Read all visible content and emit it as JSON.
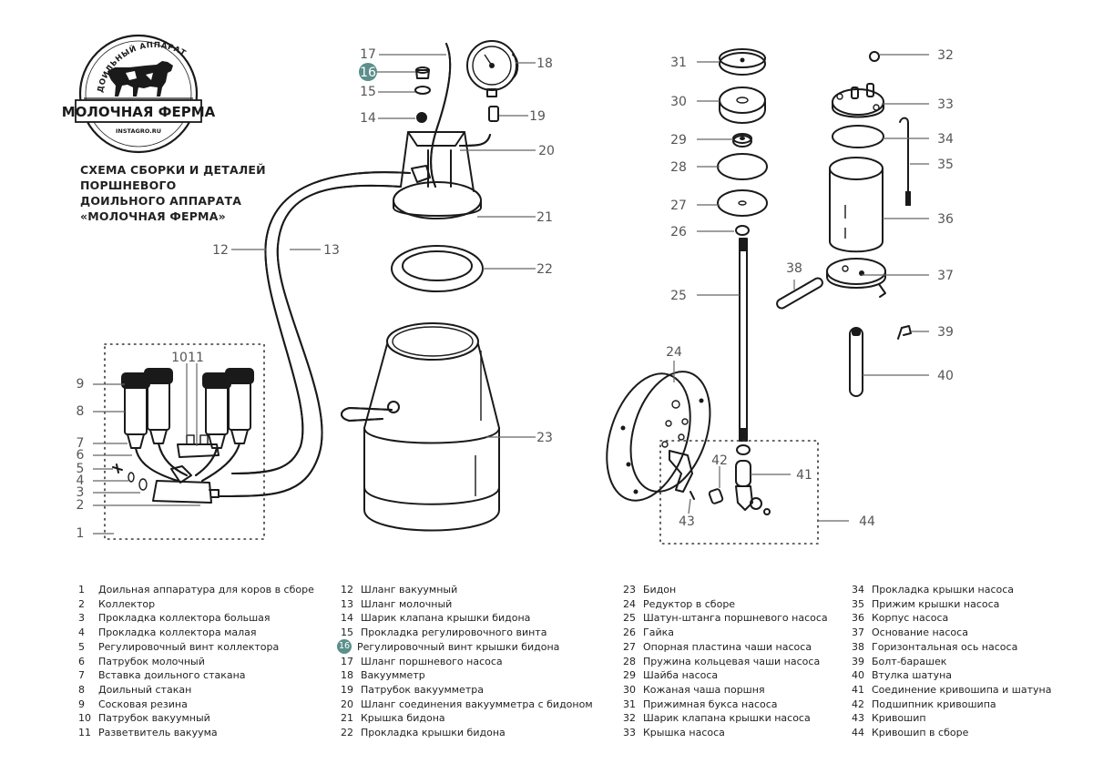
{
  "logo": {
    "arc_text": "ДОИЛЬНЫЙ АППАРАТ",
    "banner_text": "МОЛОЧНАЯ ФЕРМА",
    "site_text": "INSTAGRO.RU"
  },
  "title_lines": [
    "СХЕМА СБОРКИ И ДЕТАЛЕЙ",
    "ПОРШНЕВОГО",
    "ДОИЛЬНОГО АППАРАТА",
    "«МОЛОЧНАЯ ФЕРМА»"
  ],
  "colors": {
    "highlight": "#5b8f8c",
    "line": "#1a1a1a",
    "label": "#555555"
  },
  "callouts": [
    {
      "num": "1"
    },
    {
      "num": "2"
    },
    {
      "num": "3"
    },
    {
      "num": "4"
    },
    {
      "num": "5"
    },
    {
      "num": "6"
    },
    {
      "num": "7"
    },
    {
      "num": "8"
    },
    {
      "num": "9"
    },
    {
      "num": "10"
    },
    {
      "num": "11"
    },
    {
      "num": "12"
    },
    {
      "num": "13"
    },
    {
      "num": "14"
    },
    {
      "num": "15"
    },
    {
      "num": "16",
      "highlight": true
    },
    {
      "num": "17"
    },
    {
      "num": "18"
    },
    {
      "num": "19"
    },
    {
      "num": "20"
    },
    {
      "num": "21"
    },
    {
      "num": "22"
    },
    {
      "num": "23"
    },
    {
      "num": "24"
    },
    {
      "num": "25"
    },
    {
      "num": "26"
    },
    {
      "num": "27"
    },
    {
      "num": "28"
    },
    {
      "num": "29"
    },
    {
      "num": "30"
    },
    {
      "num": "31"
    },
    {
      "num": "32"
    },
    {
      "num": "33"
    },
    {
      "num": "34"
    },
    {
      "num": "35"
    },
    {
      "num": "36"
    },
    {
      "num": "37"
    },
    {
      "num": "38"
    },
    {
      "num": "39"
    },
    {
      "num": "40"
    },
    {
      "num": "41"
    },
    {
      "num": "42"
    },
    {
      "num": "43"
    },
    {
      "num": "44"
    }
  ],
  "legend": [
    [
      {
        "num": "1",
        "text": "Доильная аппаратура для коров в сборе"
      },
      {
        "num": "2",
        "text": "Коллектор"
      },
      {
        "num": "3",
        "text": "Прокладка коллектора большая"
      },
      {
        "num": "4",
        "text": "Прокладка коллектора малая"
      },
      {
        "num": "5",
        "text": "Регулировочный винт коллектора"
      },
      {
        "num": "6",
        "text": "Патрубок молочный"
      },
      {
        "num": "7",
        "text": "Вставка доильного стакана"
      },
      {
        "num": "8",
        "text": "Доильный стакан"
      },
      {
        "num": "9",
        "text": "Сосковая резина"
      },
      {
        "num": "10",
        "text": "Патрубок вакуумный"
      },
      {
        "num": "11",
        "text": "Разветвитель вакуума"
      }
    ],
    [
      {
        "num": "12",
        "text": "Шланг вакуумный"
      },
      {
        "num": "13",
        "text": "Шланг молочный"
      },
      {
        "num": "14",
        "text": "Шарик клапана крышки бидона"
      },
      {
        "num": "15",
        "text": "Прокладка регулировочного винта"
      },
      {
        "num": "16",
        "text": "Регулировочный винт крышки бидона",
        "highlight": true
      },
      {
        "num": "17",
        "text": "Шланг поршневого насоса"
      },
      {
        "num": "18",
        "text": "Вакуумметр"
      },
      {
        "num": "19",
        "text": "Патрубок вакуумметра"
      },
      {
        "num": "20",
        "text": "Шланг соединения вакуумметра с бидоном"
      },
      {
        "num": "21",
        "text": "Крышка бидона"
      },
      {
        "num": "22",
        "text": "Прокладка крышки бидона"
      }
    ],
    [
      {
        "num": "23",
        "text": "Бидон"
      },
      {
        "num": "24",
        "text": "Редуктор в сборе"
      },
      {
        "num": "25",
        "text": "Шатун-штанга поршневого насоса"
      },
      {
        "num": "26",
        "text": "Гайка"
      },
      {
        "num": "27",
        "text": "Опорная пластина чаши насоса"
      },
      {
        "num": "28",
        "text": "Пружина кольцевая чаши насоса"
      },
      {
        "num": "29",
        "text": "Шайба насоса"
      },
      {
        "num": "30",
        "text": "Кожаная чаша поршня"
      },
      {
        "num": "31",
        "text": "Прижимная букса насоса"
      },
      {
        "num": "32",
        "text": "Шарик клапана крышки насоса"
      },
      {
        "num": "33",
        "text": "Крышка насоса"
      }
    ],
    [
      {
        "num": "34",
        "text": "Прокладка крышки насоса"
      },
      {
        "num": "35",
        "text": "Прижим крышки насоса"
      },
      {
        "num": "36",
        "text": "Корпус насоса"
      },
      {
        "num": "37",
        "text": "Основание насоса"
      },
      {
        "num": "38",
        "text": "Горизонтальная ось насоса"
      },
      {
        "num": "39",
        "text": "Болт-барашек"
      },
      {
        "num": "40",
        "text": "Втулка шатуна"
      },
      {
        "num": "41",
        "text": "Соединение кривошипа и шатуна"
      },
      {
        "num": "42",
        "text": "Подшипник кривошипа"
      },
      {
        "num": "43",
        "text": "Кривошип"
      },
      {
        "num": "44",
        "text": "Кривошип в сборе"
      }
    ]
  ]
}
